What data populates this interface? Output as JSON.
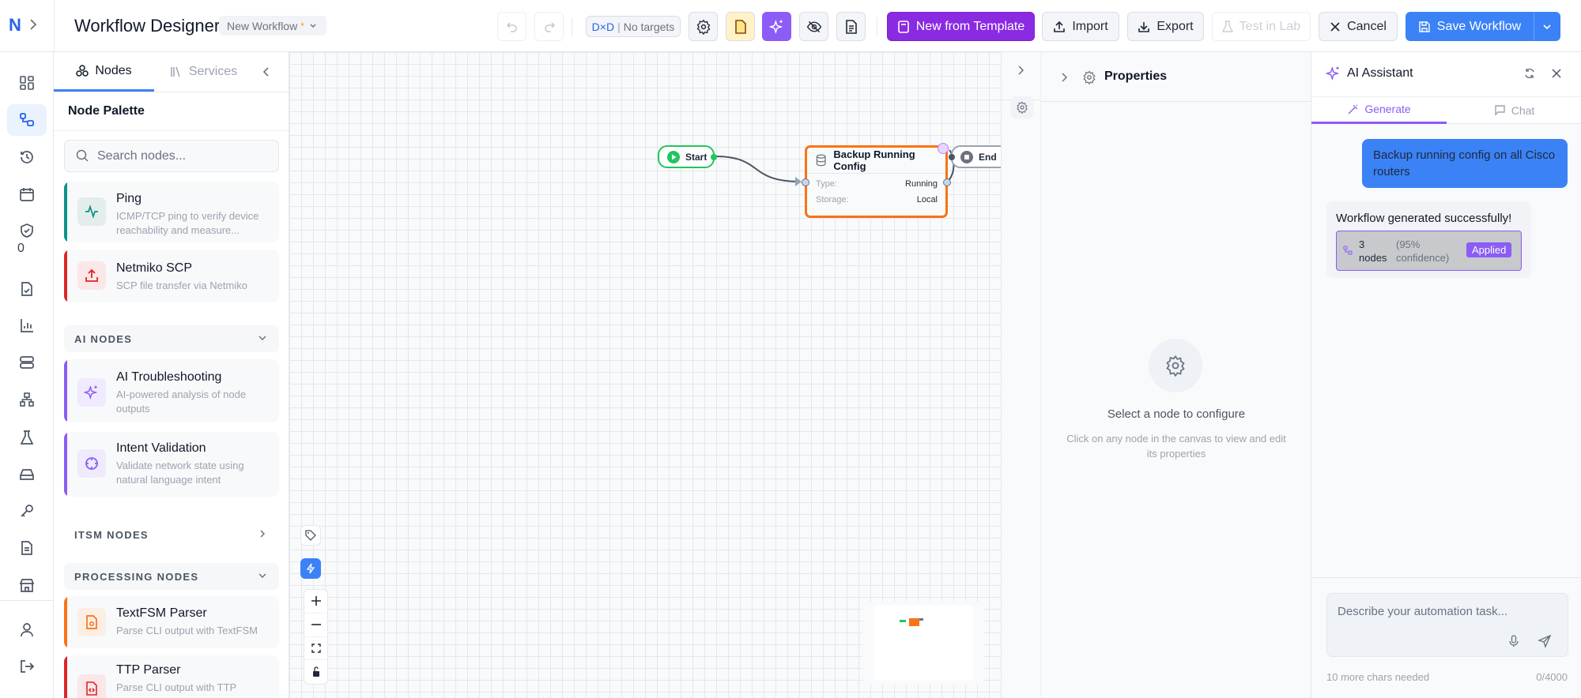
{
  "header": {
    "logo": "N",
    "title": "Workflow Designer",
    "workflow_name": "New Workflow",
    "unsaved_mark": "*",
    "target_badge_prefix": "D×D",
    "target_badge_text": "No targets",
    "buttons": {
      "new_from_template": "New from Template",
      "import": "Import",
      "export": "Export",
      "test_in_lab": "Test in Lab",
      "cancel": "Cancel",
      "save": "Save Workflow"
    }
  },
  "rail": {
    "badge_count": "0"
  },
  "left_panel": {
    "tabs": [
      {
        "label": "Nodes",
        "active": true
      },
      {
        "label": "Services",
        "active": false
      }
    ],
    "palette_title": "Node Palette",
    "search_placeholder": "Search nodes...",
    "nodes": [
      {
        "title": "Ping",
        "desc": "ICMP/TCP ping to verify device reachability and measure...",
        "color": "#0d9488"
      },
      {
        "title": "Netmiko SCP",
        "desc": "SCP file transfer via Netmiko",
        "color": "#dc2626"
      },
      {
        "title": "AI Troubleshooting",
        "desc": "AI-powered analysis of node outputs",
        "color": "#8b5cf6"
      },
      {
        "title": "Intent Validation",
        "desc": "Validate network state using natural language intent",
        "color": "#8b5cf6"
      },
      {
        "title": "TextFSM Parser",
        "desc": "Parse CLI output with TextFSM",
        "color": "#f97316"
      },
      {
        "title": "TTP Parser",
        "desc": "Parse CLI output with TTP",
        "color": "#dc2626"
      }
    ],
    "sections": {
      "ai": "AI NODES",
      "itsm": "ITSM NODES",
      "processing": "PROCESSING NODES"
    }
  },
  "canvas": {
    "start_label": "Start",
    "end_label": "End",
    "node": {
      "title": "Backup Running Config",
      "fields": [
        {
          "key": "Type:",
          "value": "Running"
        },
        {
          "key": "Storage:",
          "value": "Local"
        }
      ],
      "color": "#f97316"
    }
  },
  "properties": {
    "title": "Properties",
    "empty_title": "Select a node to configure",
    "empty_desc": "Click on any node in the canvas to view and edit its properties"
  },
  "ai_assistant": {
    "title": "AI Assistant",
    "tabs": [
      {
        "label": "Generate",
        "active": true
      },
      {
        "label": "Chat",
        "active": false
      }
    ],
    "user_message": "Backup running config on all Cisco routers",
    "reply": "Workflow generated successfully!",
    "result_count": "3",
    "result_unit": "nodes",
    "result_confidence": "(95% confidence)",
    "result_status": "Applied",
    "input_placeholder": "Describe your automation task...",
    "hint": "10 more chars needed",
    "counter": "0/4000"
  },
  "colors": {
    "primary": "#3b82f6",
    "accent": "#7c3aed",
    "node_border": "#f97316",
    "start": "#22c55e"
  }
}
